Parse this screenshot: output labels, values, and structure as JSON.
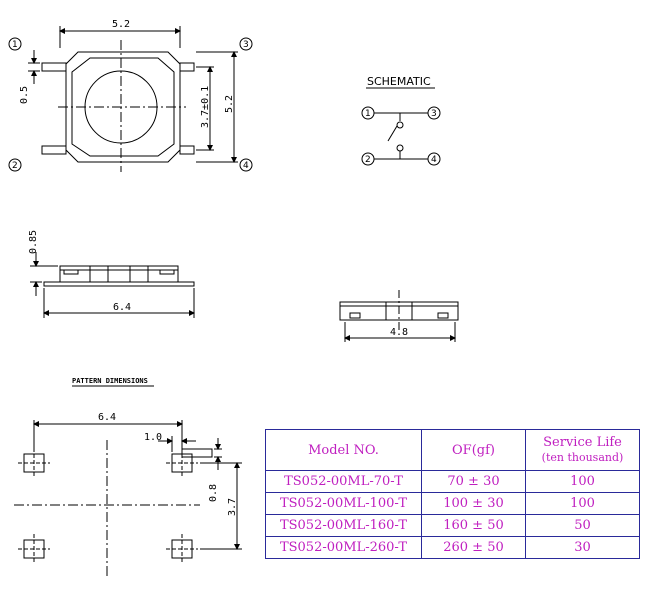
{
  "top_view": {
    "width_dim": "5.2",
    "height_dim": "5.2",
    "lead_dim": "0.5",
    "actuator_dim": "3.7±0.1",
    "pins": [
      "1",
      "2",
      "3",
      "4"
    ]
  },
  "schematic": {
    "title": "SCHEMATIC",
    "pins": [
      "1",
      "2",
      "3",
      "4"
    ]
  },
  "side_view": {
    "height_dim": "0.85",
    "length_dim": "6.4"
  },
  "end_view": {
    "length_dim": "4.8"
  },
  "pattern": {
    "title": "PATTERN DIMENSIONS",
    "pitch_x": "6.4",
    "pad_len": "1.0",
    "pad_w": "0.8",
    "pitch_y": "3.7"
  },
  "table": {
    "headers": [
      "Model NO.",
      "OF(gf)",
      "Service Life"
    ],
    "header_sub": "(ten thousand)",
    "rows": [
      [
        "TS052-00ML-70-T",
        "70 ± 30",
        "100"
      ],
      [
        "TS052-00ML-100-T",
        "100 ± 30",
        "100"
      ],
      [
        "TS052-00ML-160-T",
        "160 ± 50",
        "50"
      ],
      [
        "TS052-00ML-260-T",
        "260 ± 50",
        "30"
      ]
    ]
  },
  "colors": {
    "line": "#000000",
    "table_border": "#2a2a9a",
    "table_text": "#c020c0"
  }
}
